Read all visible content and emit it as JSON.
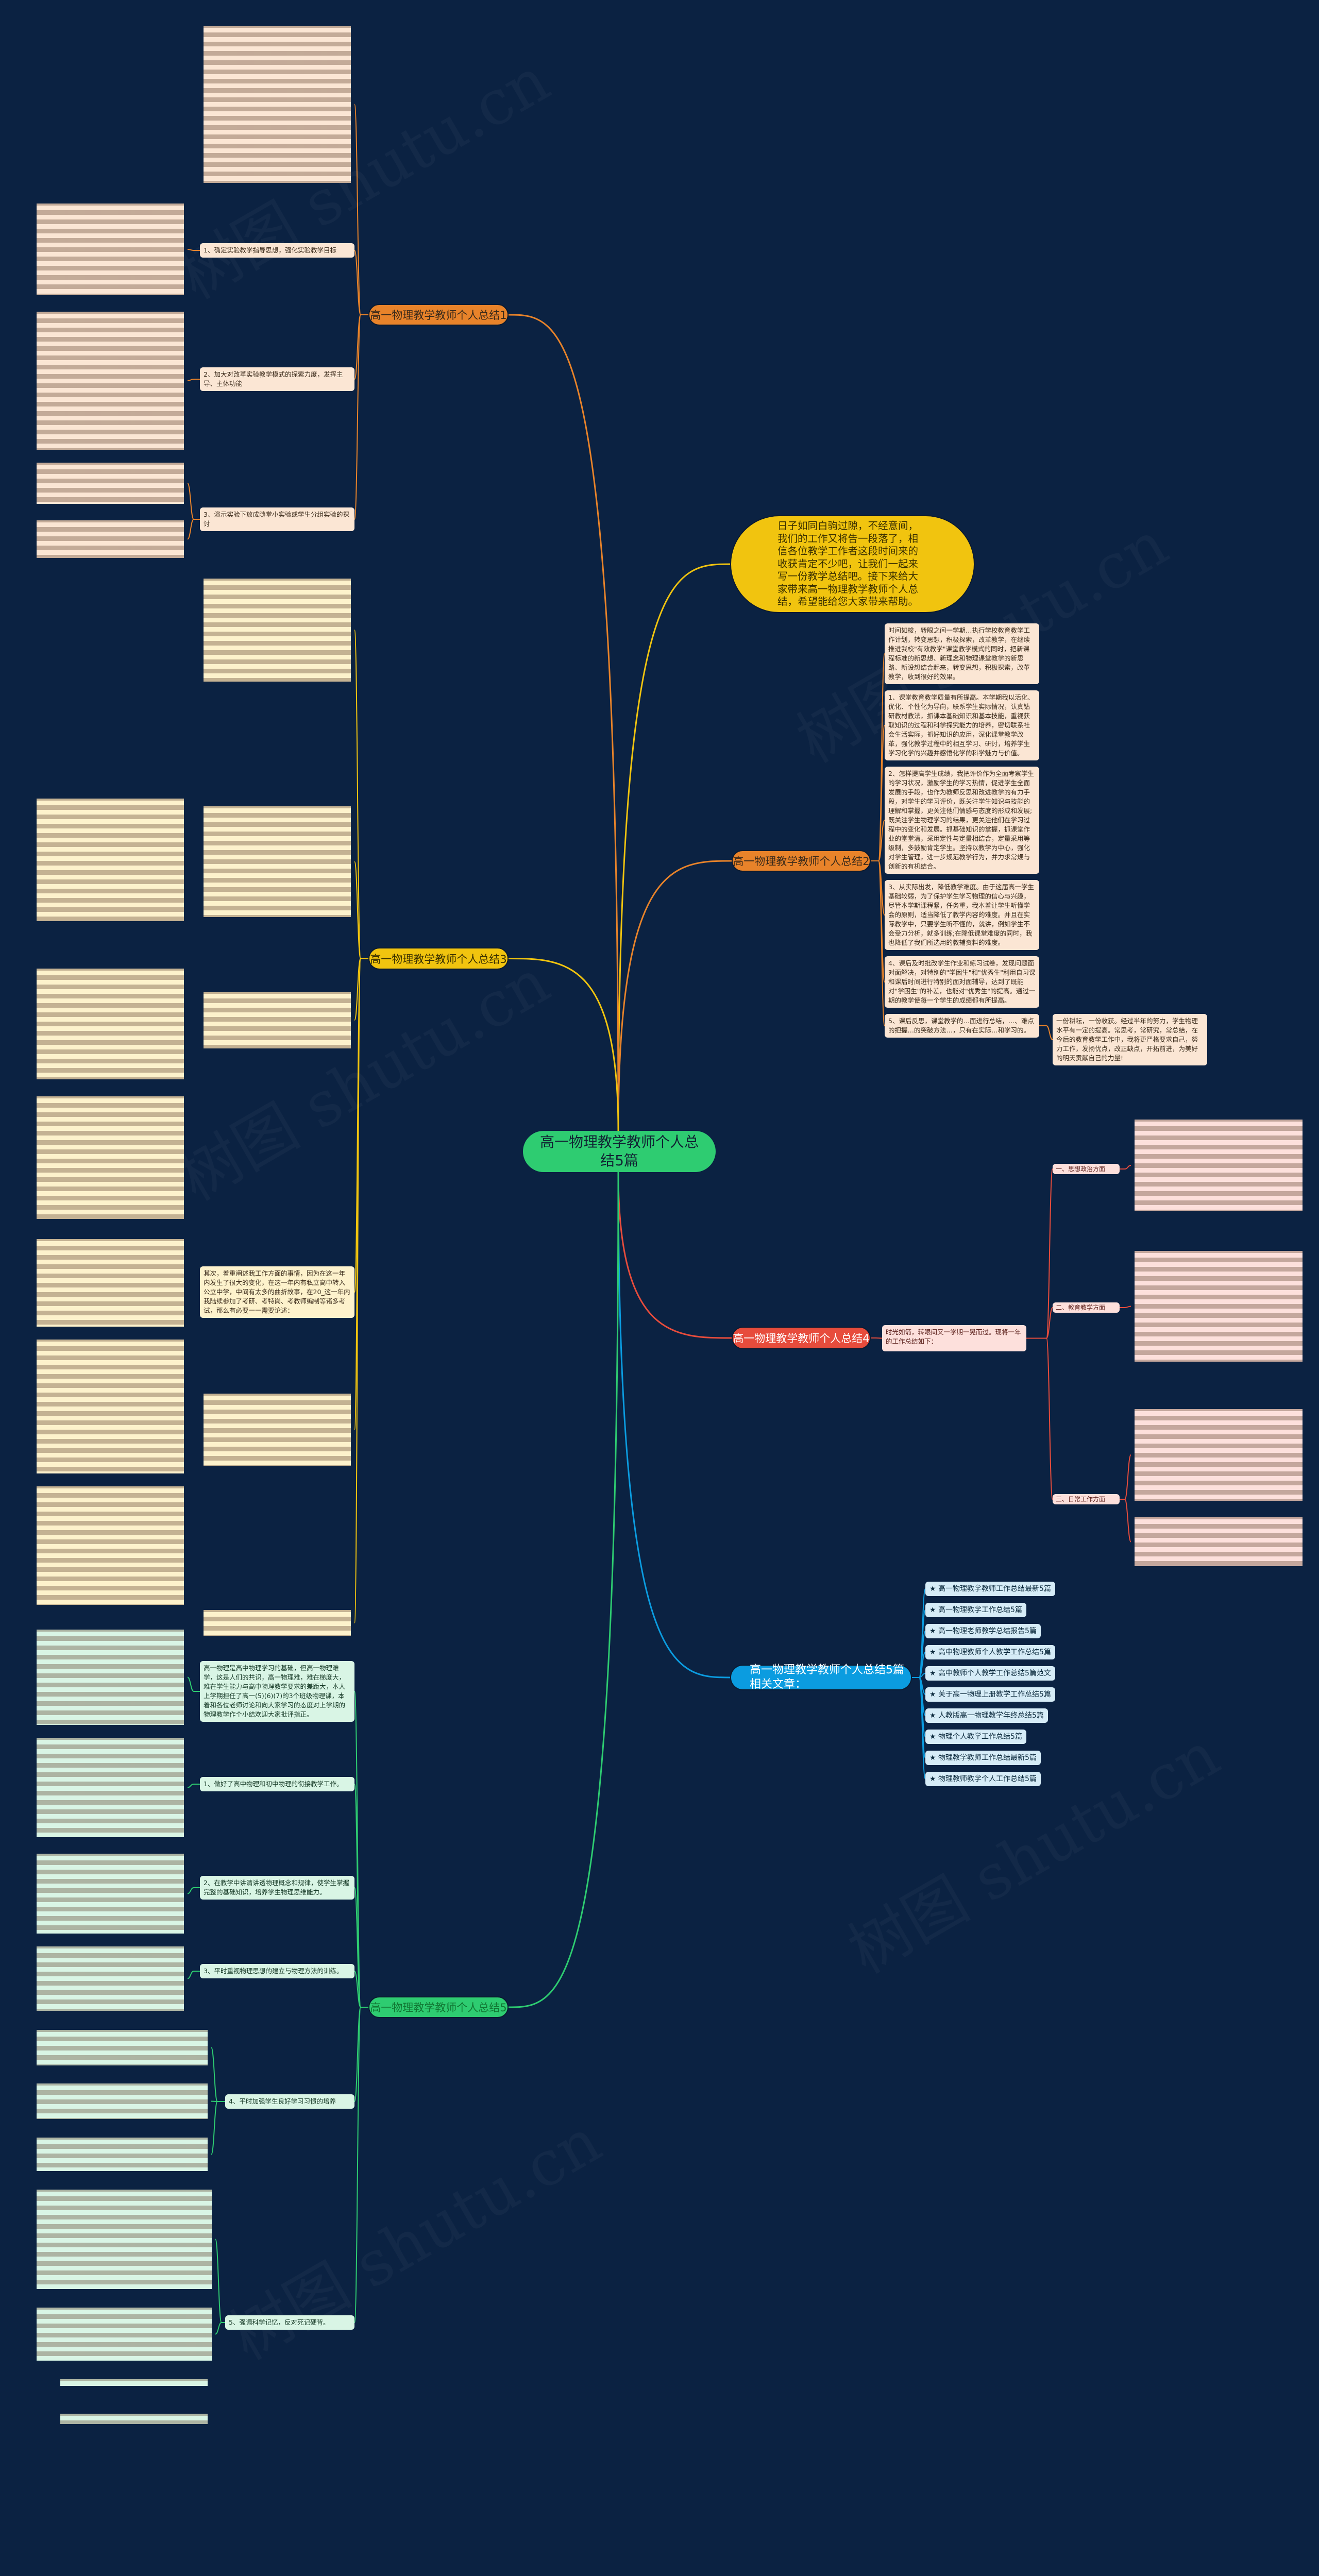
{
  "watermark": "树图 shutu.cn",
  "colors": {
    "background": "#0b2242",
    "branch1": "#e8832a",
    "branch2": "#e8832a",
    "branch3": "#f1c40f",
    "branch4": "#e74c3c",
    "related": "#0b9ce0",
    "branch5": "#2ecc71"
  },
  "center": "高一物理教学教师个人总结5篇",
  "intro": "日子如同白驹过隙，不经意间，我们的工作又将告一段落了，相信各位教学工作者这段时间来的收获肯定不少吧，让我们一起来写一份教学总结吧。接下来给大家带来高一物理教学教师个人总结，希望能给您大家带来帮助。",
  "branch1": {
    "label": "高一物理教学教师个人总结1",
    "items": [
      "1、确定实验教学指导思想，强化实验教学目标",
      "2、加大对改革实验教学模式的探索力度，发挥主导、主体功能",
      "3、演示实验下放成随堂小实验或学生分组实验的探讨"
    ]
  },
  "branch2": {
    "label": "高一物理教学教师个人总结2",
    "intro": "时间如梭，转眼之间一学期…执行学校教育教学工作计划，转变思想，积极探索，改革教学，在继续推进我校\"有效教学\"课堂教学模式的同时，把新课程标准的新思想、新理念和物理课堂教学的新思路、新设想结合起来，转变思想，积极探索，改革教学，收到很好的效果。",
    "items": [
      "1、课堂教育教学质量有所提高。本学期我以活化、优化、个性化为导向，联系学生实际情况，认真钻研教材教法，抓课本基础知识和基本技能，重视获取知识的过程和科学探究能力的培养，密切联系社会生活实际，抓好知识的应用，深化课堂教学改革，强化教学过程中的相互学习、研讨，培养学生学习化学的兴趣并感悟化学的科学魅力与价值。",
      "2、怎样提高学生成绩，我把评价作为全面考察学生的学习状况，激励学生的学习热情，促进学生全面发展的手段，也作为教师反思和改进教学的有力手段，对学生的学习评价，既关注学生知识与技能的理解和掌握，更关注他们情感与态度的形成和发展;既关注学生物理学习的结果，更关注他们在学习过程中的变化和发展。抓基础知识的掌握，抓课堂作业的堂堂清，采用定性与定量相结合，定量采用等级制，多鼓励肯定学生。坚持以教学为中心，强化对学生管理，进一步规范教学行为，并力求常规与创新的有机结合。",
      "3、从实际出发，降低教学难度。由于这届高一学生基础较弱，为了保护学生学习物理的信心与兴趣，尽管本学期课程紧，任务重，我本着让学生听懂学会的原则，适当降低了教学内容的难度。并且在实际教学中，只要学生听不懂的，就讲，例如学生不会受力分析，就多训练;在降低课堂难度的同时，我也降低了我们所选用的教辅资料的难度。",
      "4、课后及时批改学生作业和练习试卷，发现问题面对面解决，对特别的\"学困生\"和\"优秀生\"利用自习课和课后时间进行特别的面对面辅导，达到了既能对\"学困生\"的补差，也能对\"优秀生\"的提高。通过一期的教学使每一个学生的成绩都有所提高。",
      "5、课后反思，课堂教学的…面进行总结，…、难点的把握…的突破方法…，只有在实际…和学习的。"
    ],
    "closing": "一份耕耘，一份收获。经过半年的努力，学生物理水平有一定的提高。常思考，常研究，常总结，在今后的教育教学工作中，我将更严格要求自己，努力工作，发扬优点，改正缺点，开拓前进，为美好的明天贡献自己的力量!"
  },
  "branch3": {
    "label": "高一物理教学教师个人总结3",
    "work": "其次，着重阐述我工作方面的事情，因为在这一年内发生了很大的变化，在这一年内有私立高中转入公立中学，中间有太多的曲折故事，在20_这一年内我陆续参加了考研、考特岗、考教师编制等诸多考试，那么有必要一一需要论述："
  },
  "branch4": {
    "label": "高一物理教学教师个人总结4",
    "intro": "时光如箭，转眼间又一学期一晃而过。现将一年的工作总结如下：",
    "sections": [
      "一、思想政治方面",
      "二、教育教学方面",
      "三、日常工作方面"
    ]
  },
  "related": {
    "label": "高一物理教学教师个人总结5篇相关文章：",
    "items": [
      "★ 高一物理教学教师工作总结最新5篇",
      "★ 高一物理教学工作总结5篇",
      "★ 高一物理老师教学总结报告5篇",
      "★ 高中物理教师个人教学工作总结5篇",
      "★ 高中教师个人教学工作总结5篇范文",
      "★ 关于高一物理上册教学工作总结5篇",
      "★ 人教版高一物理教学年终总结5篇",
      "★ 物理个人教学工作总结5篇",
      "★ 物理教学教师工作总结最新5篇",
      "★ 物理教师教学个人工作总结5篇"
    ]
  },
  "branch5": {
    "label": "高一物理教学教师个人总结5",
    "intro": "高一物理是高中物理学习的基础，但高一物理难学，这是人们的共识，高一物理难，难在梯度大，难在学生能力与高中物理教学要求的差距大，本人上学期担任了高一(5)(6)(7)的3个班级物理课，本着和各位老师讨论和向大家学习的态度对上学期的物理教学作个小结欢迎大家批评指正。",
    "items": [
      "1、做好了高中物理和初中物理的衔接教学工作。",
      "2、在教学中讲清讲透物理概念和规律，使学生掌握完整的基础知识，培养学生物理思维能力。",
      "3、平时重视物理思想的建立与物理方法的训练。",
      "4、平时加强学生良好学习习惯的培养",
      "5、强调科学记忆，反对死记硬背。"
    ]
  }
}
